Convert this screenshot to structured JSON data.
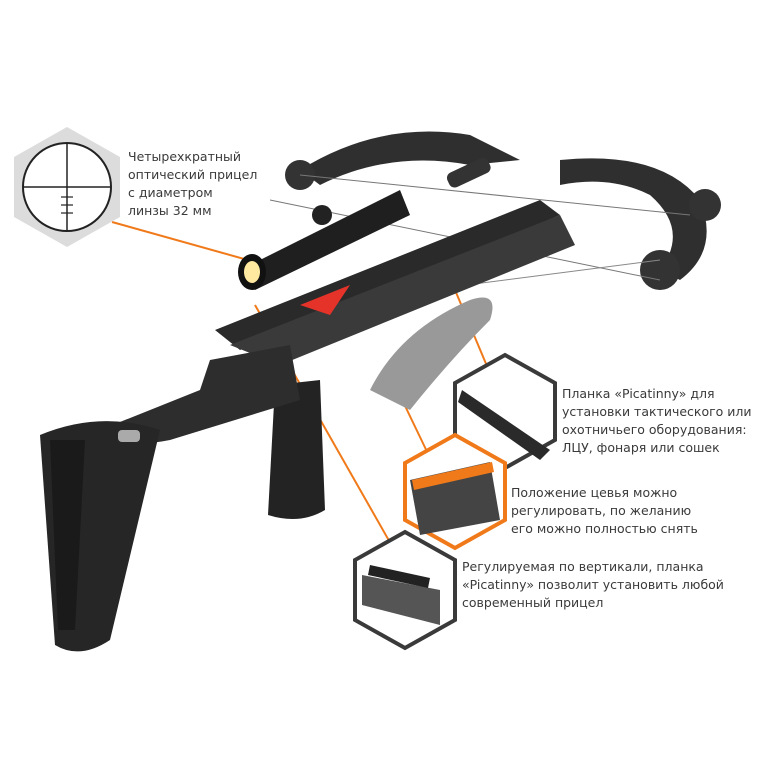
{
  "callouts": {
    "scope": {
      "lines": [
        "Четырехкратный",
        "оптический прицел",
        "с диаметром",
        "линзы 32 мм"
      ]
    },
    "picatinny": {
      "lines": [
        "Планка «Picatinny» для",
        "установки тактического или",
        "охотничьего оборудования:",
        "ЛЦУ, фонаря или сошек"
      ]
    },
    "handguard": {
      "lines": [
        "Положение цевья можно",
        "регулировать, по желанию",
        "его можно полностью снять"
      ]
    },
    "rail": {
      "lines": [
        "Регулируемая по вертикали, планка",
        "«Picatinny» позволит установить любой",
        "современный прицел"
      ]
    }
  },
  "colors": {
    "accent": "#f07a1a",
    "hex_outline": "#3a3a3a",
    "body": "#2b2b2b"
  }
}
